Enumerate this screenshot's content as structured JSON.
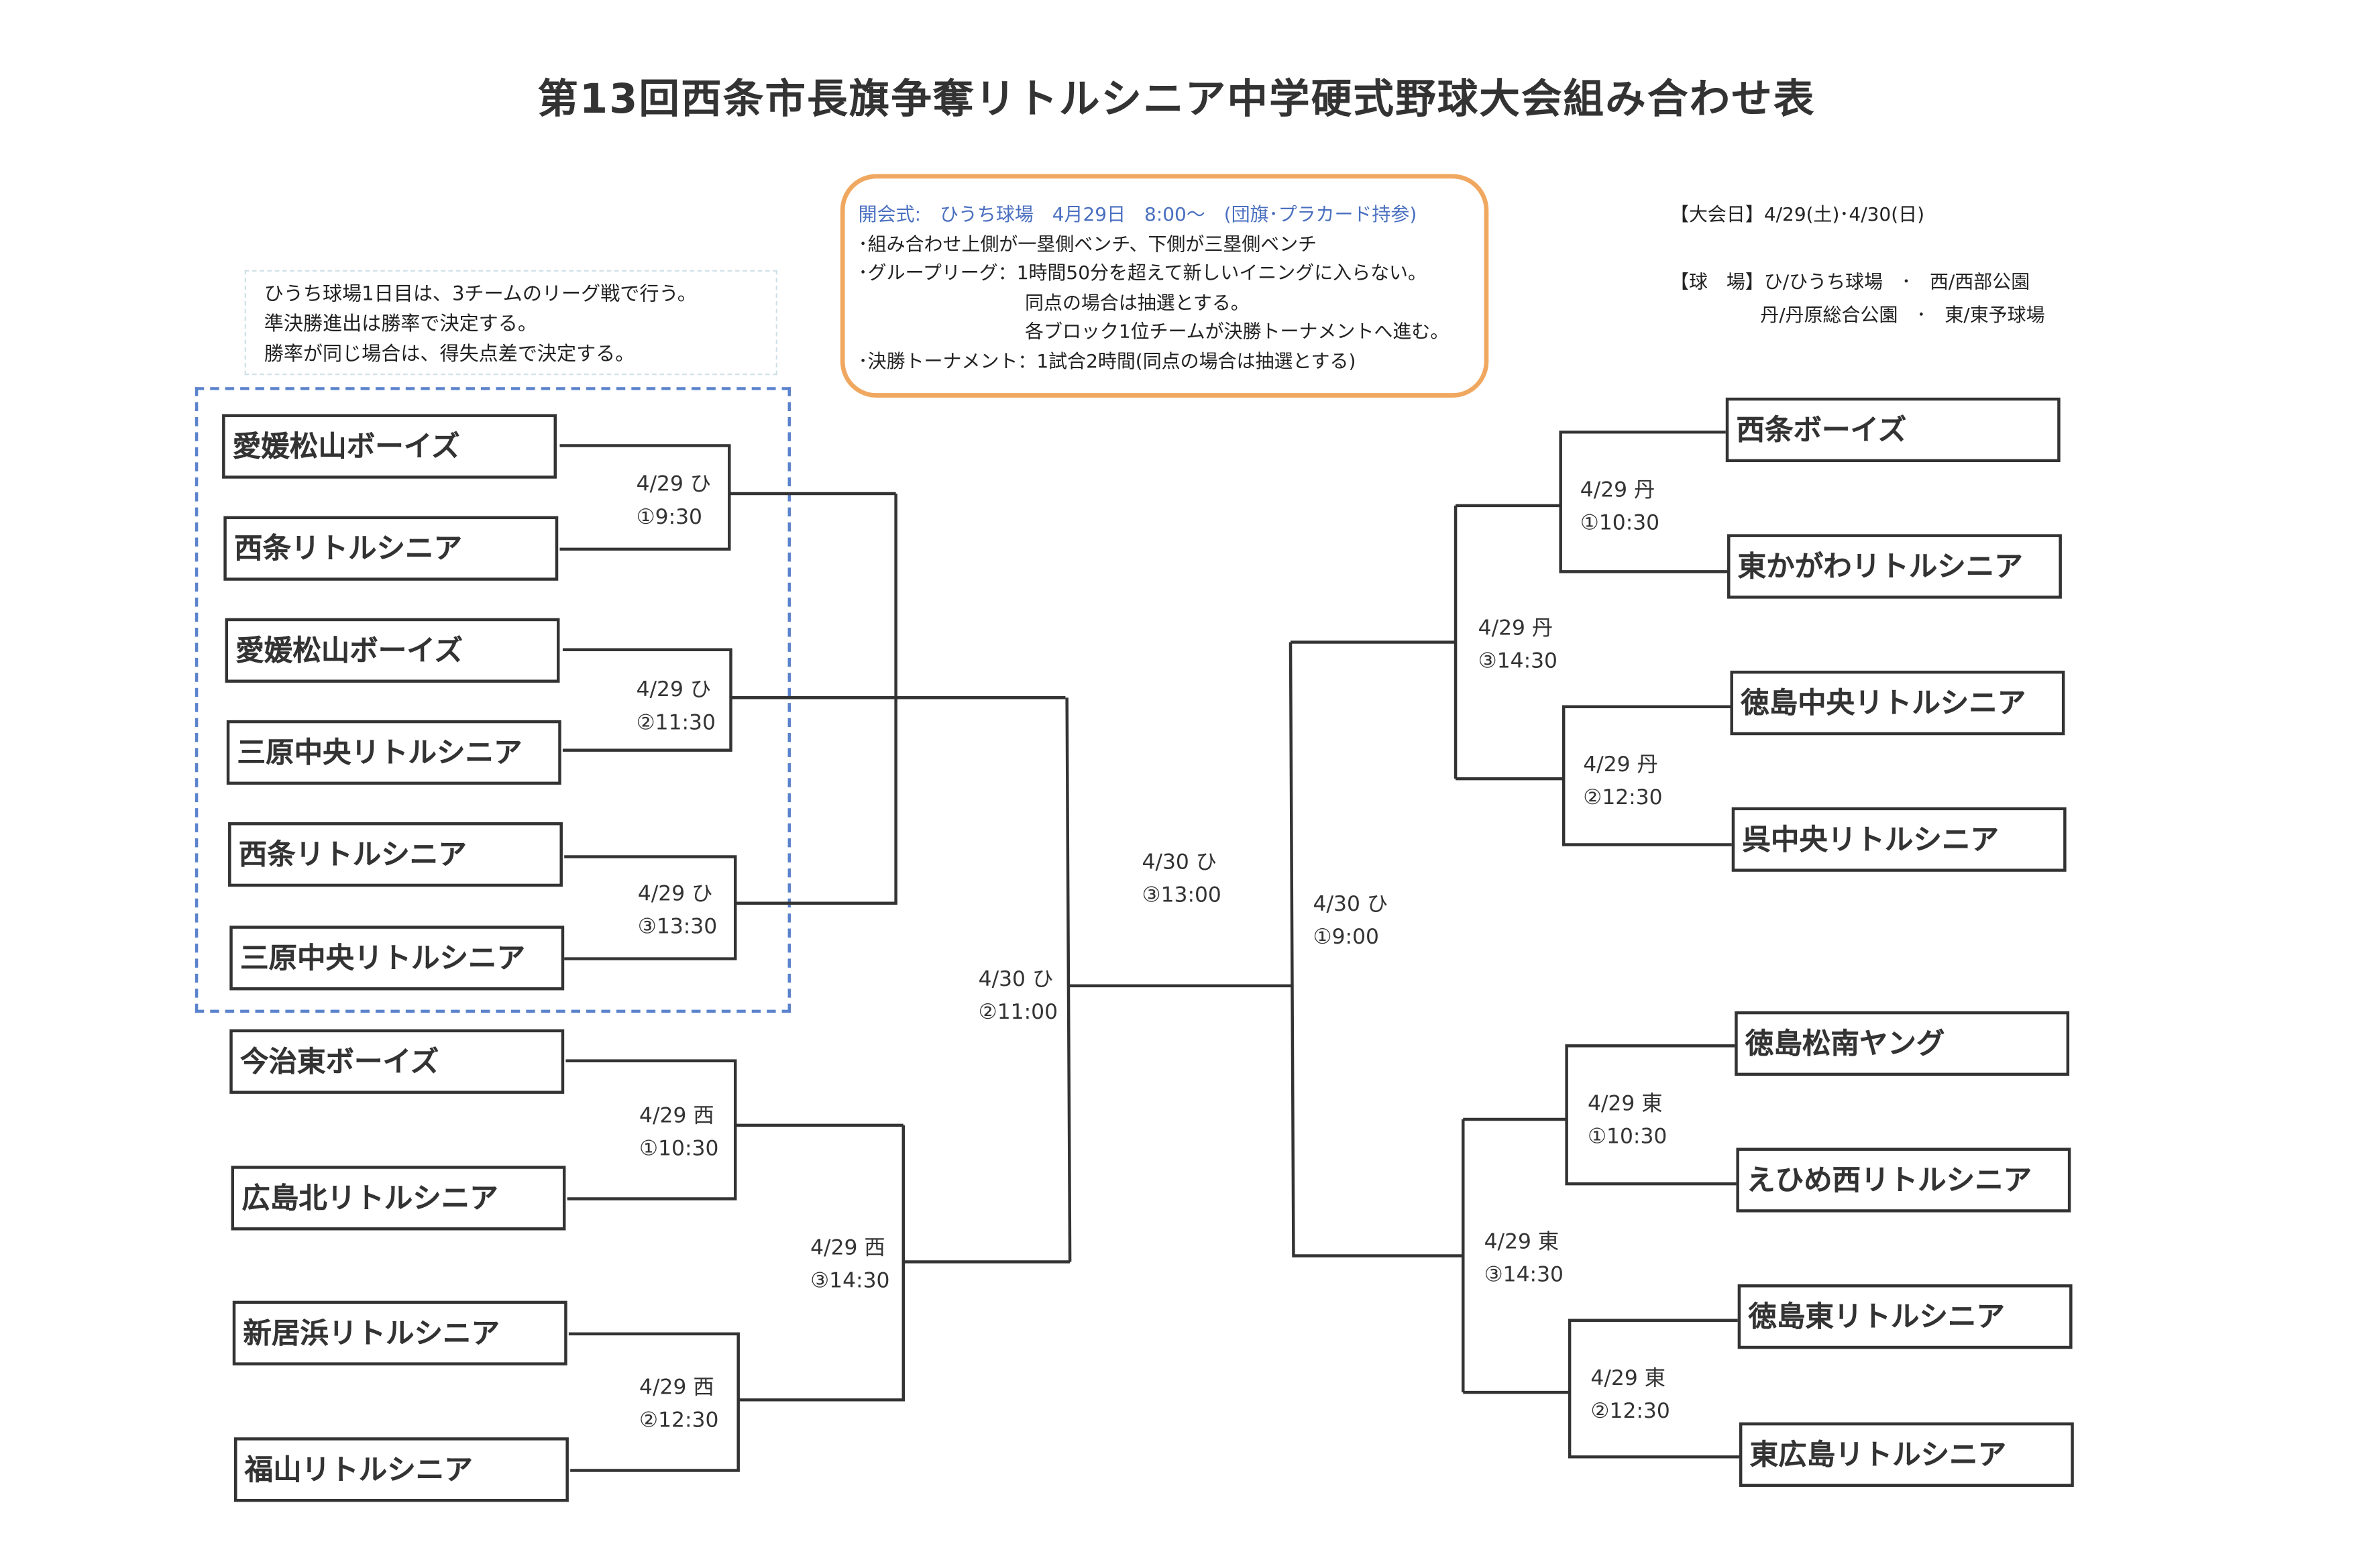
{
  "title": "第13回西条市長旗争奪リトルシニア中学硬式野球大会組み合わせ表",
  "note": [
    "ひうち球場1日目は、3チームのリーグ戦で行う。",
    "準決勝進出は勝率で決定する。",
    "勝率が同じ場合は、得失点差で決定する。"
  ],
  "rules": {
    "opening": "開会式:　ひうち球場　4月29日　8:00～　(団旗･プラカード持参)",
    "lines": [
      "･組み合わせ上側が一塁側ベンチ、下側が三塁側ベンチ",
      "･グループリーグ：1時間50分を超えて新しいイニングに入らない。"
    ],
    "indent_lines": [
      "同点の場合は抽選とする。",
      "各ブロック1位チームが決勝トーナメントへ進む。"
    ],
    "last": "･決勝トーナメント：1試合2時間(同点の場合は抽選とする)"
  },
  "info": {
    "dates": "【大会日】4/29(土)･4/30(日)",
    "venues1": "【球　場】ひ/ひうち球場　･　西/西部公園",
    "venues2": "丹/丹原総合公園　･　東/東予球場"
  },
  "left_teams": [
    "愛媛松山ボーイズ",
    "西条リトルシニア",
    "愛媛松山ボーイズ",
    "三原中央リトルシニア",
    "西条リトルシニア",
    "三原中央リトルシニア",
    "今治東ボーイズ",
    "広島北リトルシニア",
    "新居浜リトルシニア",
    "福山リトルシニア"
  ],
  "right_teams": [
    "西条ボーイズ",
    "東かがわリトルシニア",
    "徳島中央リトルシニア",
    "呉中央リトルシニア",
    "徳島松南ヤング",
    "えひめ西リトルシニア",
    "徳島東リトルシニア",
    "東広島リトルシニア"
  ],
  "matches": [
    {
      "date": "4/29 ひ",
      "time": "①9:30"
    },
    {
      "date": "4/29 ひ",
      "time": "②11:30"
    },
    {
      "date": "4/29 ひ",
      "time": "③13:30"
    },
    {
      "date": "4/29 西",
      "time": "①10:30"
    },
    {
      "date": "4/29 西",
      "time": "②12:30"
    },
    {
      "date": "4/29 西",
      "time": "③14:30"
    },
    {
      "date": "4/30 ひ",
      "time": "②11:00"
    },
    {
      "date": "4/30 ひ",
      "time": "③13:00"
    },
    {
      "date": "4/30 ひ",
      "time": "①9:00"
    },
    {
      "date": "4/29 丹",
      "time": "①10:30"
    },
    {
      "date": "4/29 丹",
      "time": "②12:30"
    },
    {
      "date": "4/29 丹",
      "time": "③14:30"
    },
    {
      "date": "4/29 東",
      "time": "①10:30"
    },
    {
      "date": "4/29 東",
      "time": "②12:30"
    },
    {
      "date": "4/29 東",
      "time": "③14:30"
    }
  ]
}
